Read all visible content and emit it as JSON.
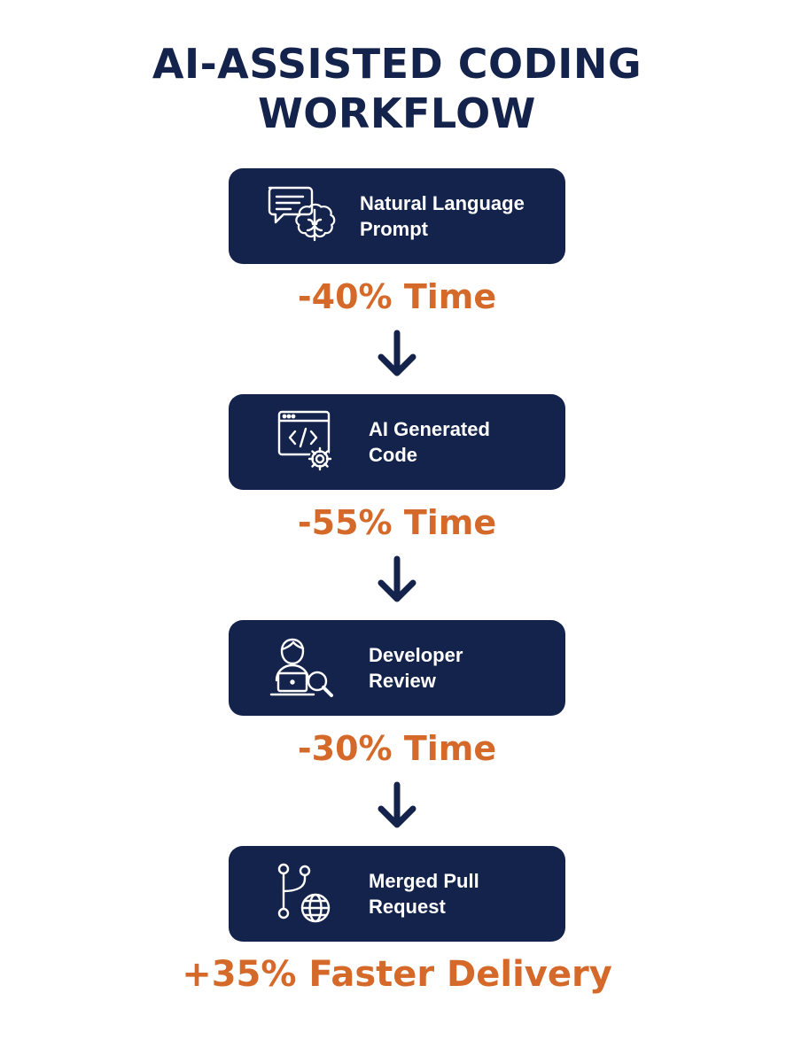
{
  "title": {
    "line1": "AI-ASSISTED CODING",
    "line2": "WORKFLOW"
  },
  "steps": [
    {
      "line1": "Natural Language",
      "line2": "Prompt",
      "icon": "chat-brain-icon"
    },
    {
      "line1": "AI Generated",
      "line2": "Code",
      "icon": "code-window-gear-icon"
    },
    {
      "line1": "Developer",
      "line2": "Review",
      "icon": "developer-laptop-magnifier-icon"
    },
    {
      "line1": "Merged Pull",
      "line2": "Request",
      "icon": "git-merge-globe-icon"
    }
  ],
  "metrics": [
    "-40% Time",
    "-55% Time",
    "-30% Time",
    "+35% Faster Delivery"
  ],
  "colors": {
    "navy": "#14234b",
    "orange": "#d5692a",
    "background": "#ffffff"
  }
}
